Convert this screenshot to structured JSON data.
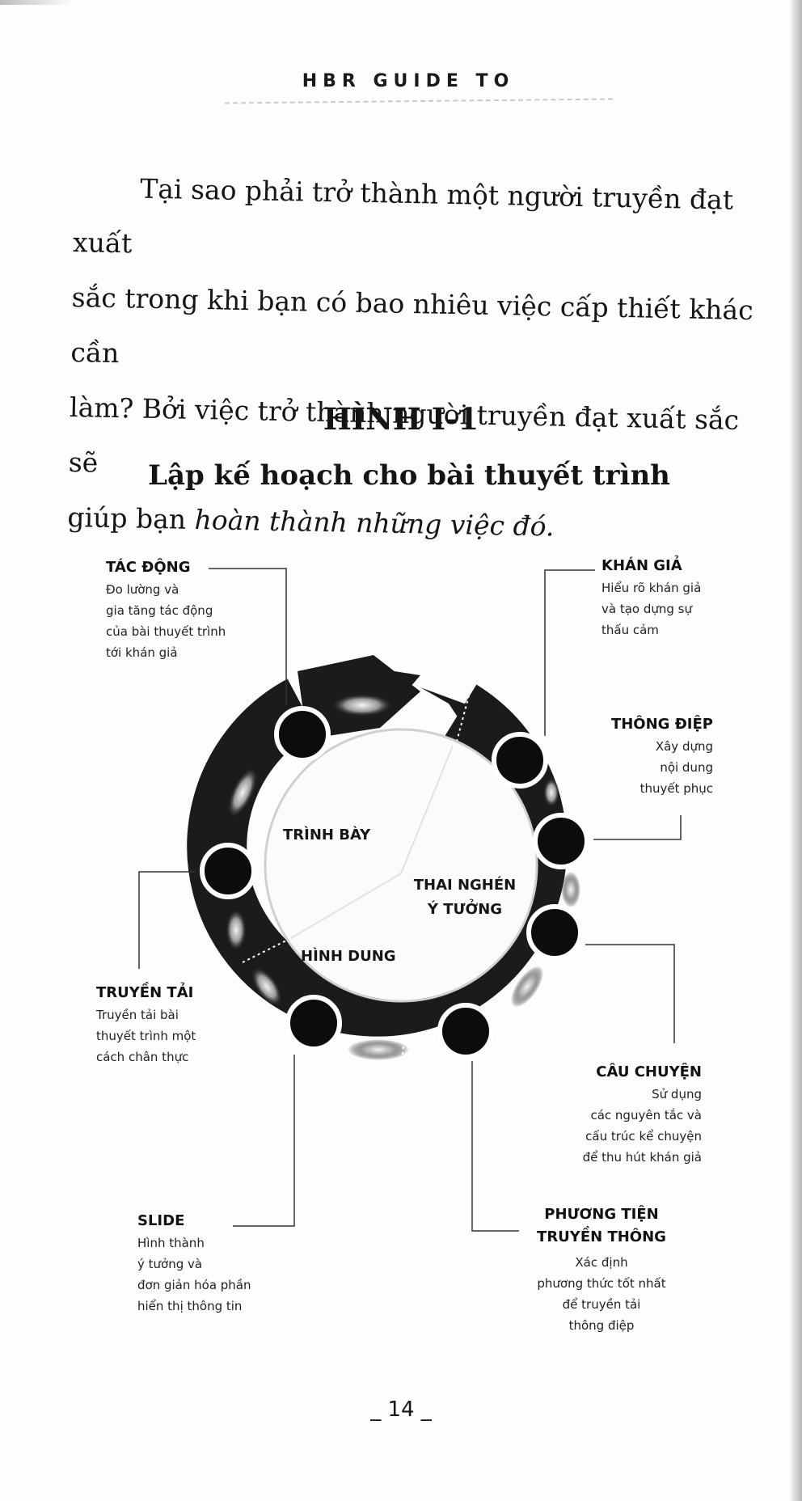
{
  "running_head": "HBR GUIDE TO",
  "intro": {
    "line1": "Tại sao phải trở thành một người truyền đạt xuất",
    "line2": "sắc trong khi bạn có bao nhiêu việc cấp thiết khác cần",
    "line3": "làm? Bởi việc trở thành người truyền đạt xuất sắc sẽ",
    "line4_plain": "giúp bạn ",
    "line4_italic": "hoàn thành những việc đó."
  },
  "figure": {
    "number": "HÌNH I-1",
    "title": "Lập kế hoạch cho bài thuyết trình"
  },
  "stages": {
    "tac_dong": {
      "title": "TÁC ĐỘNG",
      "d1": "Đo lường và",
      "d2": "gia tăng tác động",
      "d3": "của bài thuyết trình",
      "d4": "tới khán giả"
    },
    "khan_gia": {
      "title": "KHÁN GIẢ",
      "d1": "Hiểu rõ khán giả",
      "d2": "và tạo dựng sự",
      "d3": "thấu cảm"
    },
    "thong_diep": {
      "title": "THÔNG ĐIỆP",
      "d1": "Xây dựng",
      "d2": "nội dung",
      "d3": "thuyết phục"
    },
    "truyen_tai": {
      "title": "TRUYỀN TẢI",
      "d1": "Truyền tải bài",
      "d2": "thuyết trình một",
      "d3": "cách chân thực"
    },
    "cau_chuyen": {
      "title": "CÂU CHUYỆN",
      "d1": "Sử dụng",
      "d2": "các nguyên tắc và",
      "d3": "cấu trúc kể chuyện",
      "d4": "để thu hút khán giả"
    },
    "slide": {
      "title": "SLIDE",
      "d1": "Hình thành",
      "d2": "ý tưởng và",
      "d3": "đơn giản hóa phần",
      "d4": "hiển thị thông tin"
    },
    "phuong_tien": {
      "title1": "PHƯƠNG TIỆN",
      "title2": "TRUYỀN THÔNG",
      "d1": "Xác định",
      "d2": "phương thức tốt nhất",
      "d3": "để truyền tải",
      "d4": "thông điệp"
    }
  },
  "phases": {
    "trinh_bay": "TRÌNH BÀY",
    "thai_nghen_1": "THAI NGHÉN",
    "thai_nghen_2": "Ý TƯỞNG",
    "hinh_dung": "HÌNH DUNG"
  },
  "page_number": "14",
  "colors": {
    "ink": "#141414",
    "ring": "#1b1b1b",
    "paper": "#fdfdfd"
  }
}
